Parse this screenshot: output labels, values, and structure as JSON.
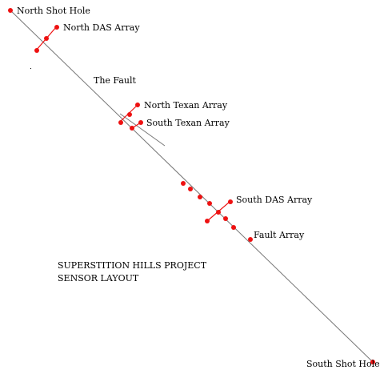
{
  "diagram": {
    "title_line1": "SUPERSTITION HILLS PROJECT",
    "title_line2": "SENSOR LAYOUT",
    "labels": {
      "north_shot_hole": "North Shot Hole",
      "north_das_array": "North DAS Array",
      "the_fault": "The Fault",
      "north_texan_array": "North Texan Array",
      "south_texan_array": "South Texan Array",
      "south_das_array": "South DAS Array",
      "fault_array": "Fault Array",
      "south_shot_hole": "South Shot Hole"
    },
    "colors": {
      "sensor": "#ee1111",
      "line": "#777777",
      "text": "#000000",
      "background": "#ffffff"
    },
    "icons": {
      "sensor_marker": "red-dot-icon"
    }
  }
}
